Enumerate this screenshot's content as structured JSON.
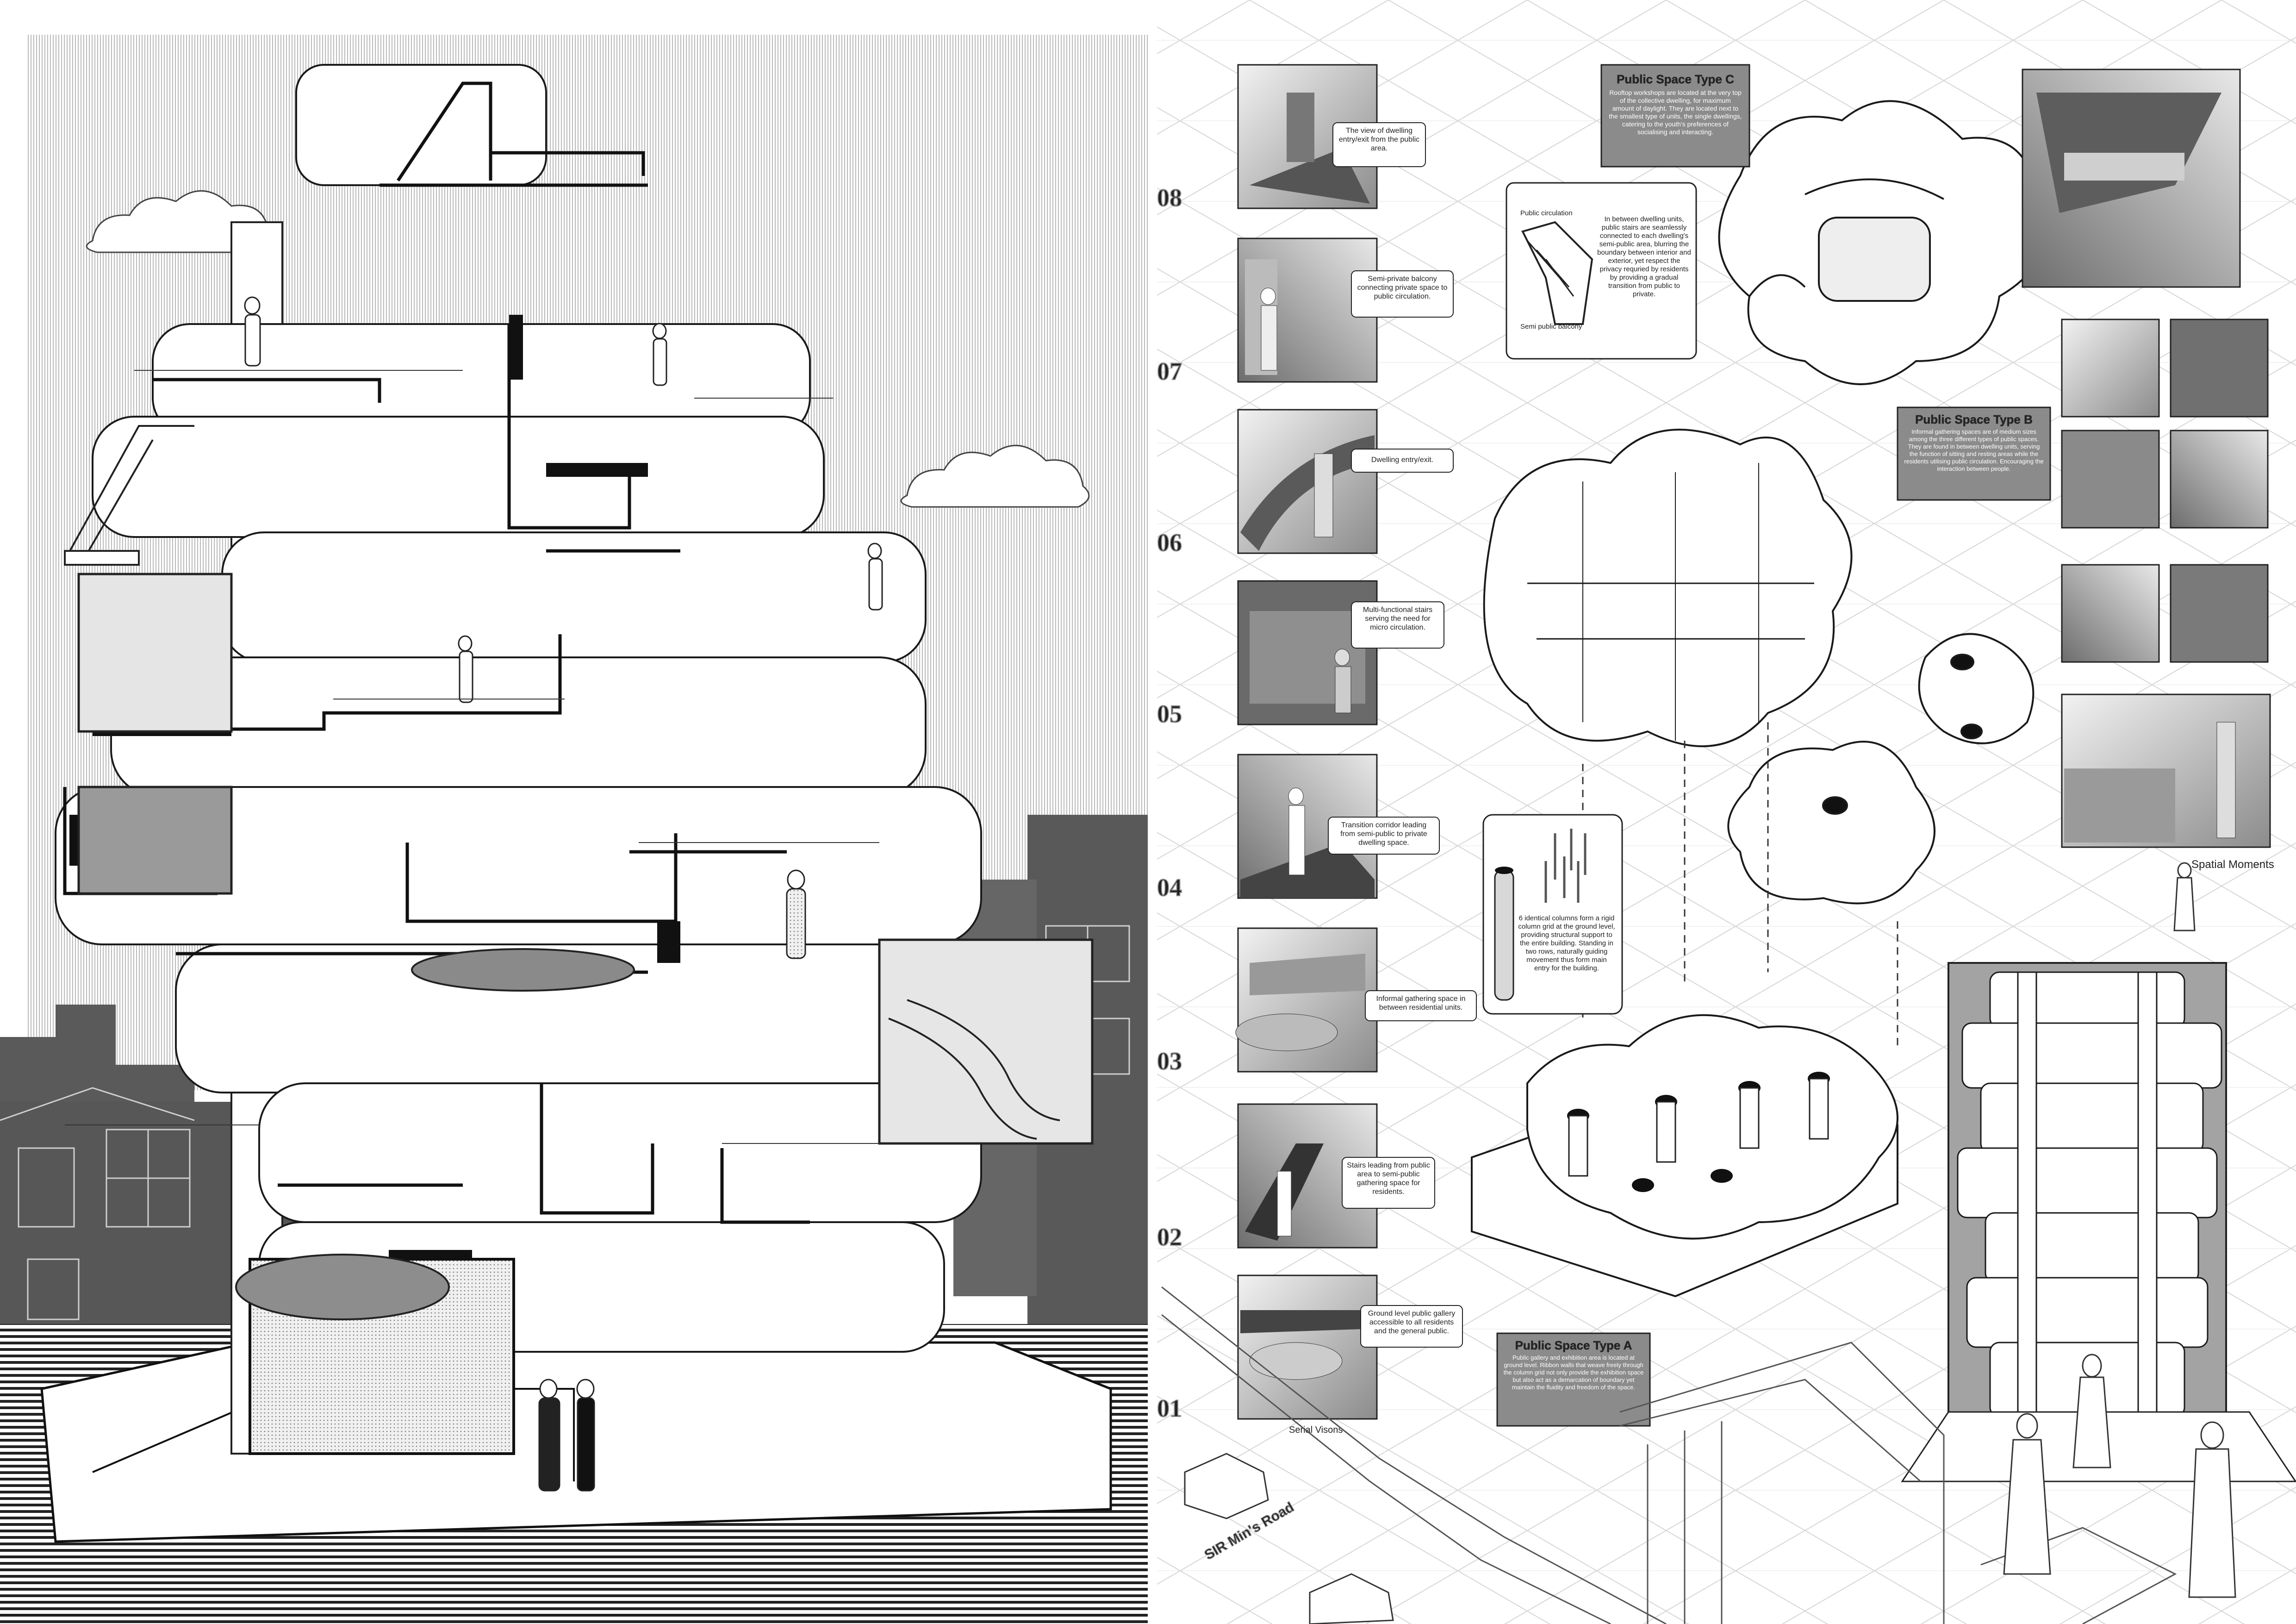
{
  "left_panel": {
    "palette": {
      "bg_hatch": "#c8c8c8",
      "dark_block": "#555555",
      "mid_gray": "#8a8a8a",
      "paper": "#ffffff"
    }
  },
  "serial_visions": {
    "title": "Serial Visons",
    "numbers": [
      "08",
      "07",
      "06",
      "05",
      "04",
      "03",
      "02",
      "01"
    ],
    "captions": [
      "The view of dwelling entry/exit from the public area.",
      "Semi-private balcony connecting private space to public circulation.",
      "Dwelling entry/exit.",
      "Multi-functional stairs serving the need for micro circulation.",
      "Transition corridor leading from semi-public to private dwelling space.",
      "Informal gathering space in between residential units.",
      "Stairs leading from public area to semi-public gathering space for residents.",
      "Ground level public gallery accessible to all residents and the general public."
    ]
  },
  "public_space_c": {
    "title": "Public Space Type C",
    "text": "Rooftop workshops are located at the very top of the collective dwelling, for maximum amount of daylight. They are located next to the smallest type of units, the single dwellings, catering to the youth's preferences of socialising and interacting."
  },
  "public_space_b": {
    "title": "Public Space Type B",
    "text": "Informal gathering spaces are of medium sizes among the three different types of public spaces. They are found in between dwelling units, serving the function of sitting and resting areas while the residents utilising public circulation. Encouraging the interaction between people."
  },
  "public_space_a": {
    "title": "Public Space Type A",
    "text": "Public gallery and exhibition area is located at ground level. Ribbon walls that weave freely through the column grid not only provide the exhibition space but also act as a demarcation of boundary yet maintain the fluidity and freedom of the space."
  },
  "circulation_note": {
    "label_top": "Public circulation",
    "label_bottom": "Semi public balcony",
    "text": "In between dwelling units, public stairs are seamlessly connected to each dwelling's semi-public area, blurring the boundary between interior and exterior, yet respect the privacy requried by residents by providing a gradual transition from public to private."
  },
  "column_note": {
    "text": "6 identical columns form a rigid column grid at the ground level, providing structural support to the entire building. Standing in two rows, naturally guiding movement thus form main entry for the building."
  },
  "spatial_moments": {
    "title": "Spatial Moments"
  },
  "street": {
    "label": "SIR Min's Road"
  }
}
